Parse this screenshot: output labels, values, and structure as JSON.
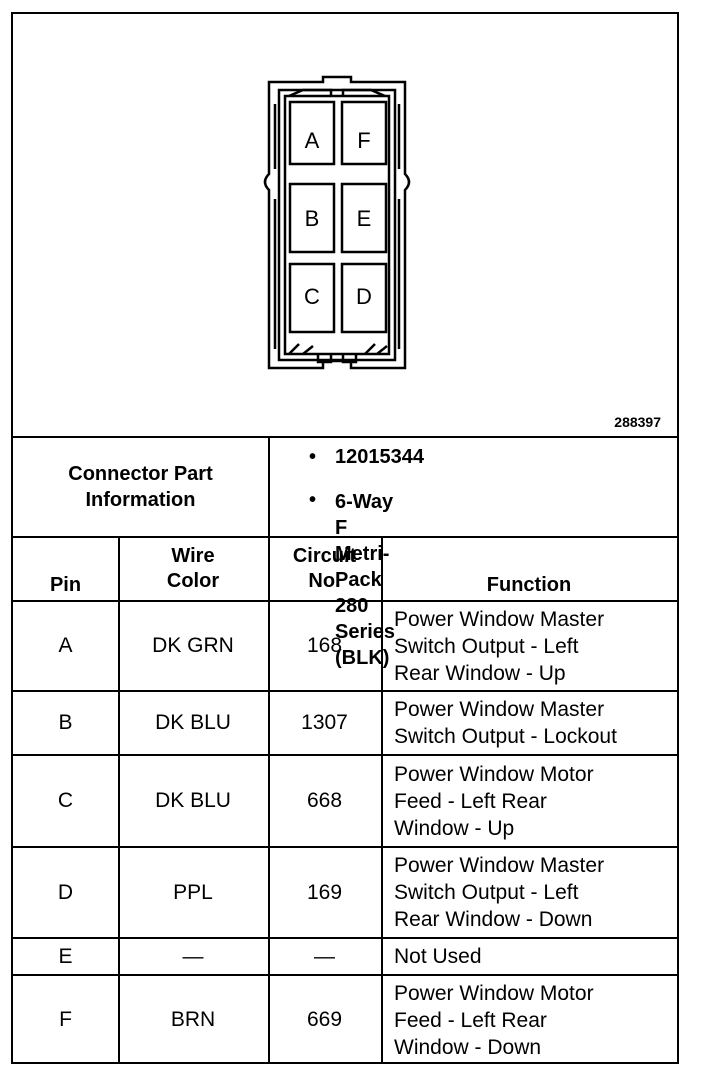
{
  "figure_number": "288397",
  "connector": {
    "pin_labels": [
      "A",
      "F",
      "B",
      "E",
      "C",
      "D"
    ]
  },
  "connector_info": {
    "title": "Connector Part\nInformation",
    "bullet": "•",
    "items": [
      "12015344",
      "6-Way F Metri-Pack\n280 Series (BLK)"
    ]
  },
  "table": {
    "headers": {
      "pin": "Pin",
      "wire_color": "Wire\nColor",
      "circuit": "Circuit\nNo.",
      "function": "Function"
    },
    "rows": [
      {
        "pin": "A",
        "wire_color": "DK GRN",
        "circuit": "168",
        "function": "Power Window Master\nSwitch Output - Left\nRear Window - Up"
      },
      {
        "pin": "B",
        "wire_color": "DK BLU",
        "circuit": "1307",
        "function": "Power Window Master\nSwitch Output - Lockout"
      },
      {
        "pin": "C",
        "wire_color": "DK BLU",
        "circuit": "668",
        "function": "Power Window Motor\nFeed - Left Rear\nWindow - Up"
      },
      {
        "pin": "D",
        "wire_color": "PPL",
        "circuit": "169",
        "function": "Power Window Master\nSwitch Output - Left\nRear Window - Down"
      },
      {
        "pin": "E",
        "wire_color": "—",
        "circuit": "—",
        "function": "Not Used"
      },
      {
        "pin": "F",
        "wire_color": "BRN",
        "circuit": "669",
        "function": "Power Window Motor\nFeed - Left Rear\nWindow - Down"
      }
    ]
  }
}
